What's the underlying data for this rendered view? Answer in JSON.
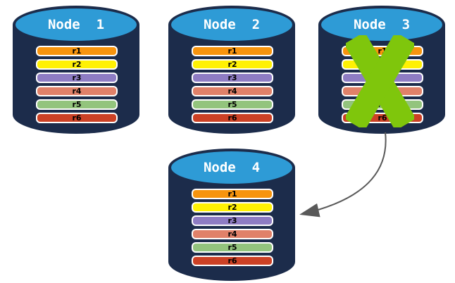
{
  "colors": {
    "background": "#FFFFFF",
    "cylinder_body": "#1C2C4B",
    "cylinder_top": "#2E9BD6",
    "node_title_text": "#FFFFFF",
    "bar_border": "#FFFFFF",
    "bar_text": "#000000",
    "failure_x": "#7FC60C",
    "arrow": "#595959"
  },
  "replicas": [
    {
      "label": "r1",
      "color": "#F7940E"
    },
    {
      "label": "r2",
      "color": "#FFF104"
    },
    {
      "label": "r3",
      "color": "#8E7CC3"
    },
    {
      "label": "r4",
      "color": "#E08169"
    },
    {
      "label": "r5",
      "color": "#93C47D"
    },
    {
      "label": "r6",
      "color": "#CC4125"
    }
  ],
  "nodes": [
    {
      "id": "node-1",
      "title": "Node  1",
      "failed": false
    },
    {
      "id": "node-2",
      "title": "Node  2",
      "failed": false
    },
    {
      "id": "node-3",
      "title": "Node  3",
      "failed": true
    },
    {
      "id": "node-4",
      "title": "Node  4",
      "failed": false
    }
  ],
  "arrow": {
    "from": "node-3",
    "to": "node-4",
    "style": "curved"
  }
}
